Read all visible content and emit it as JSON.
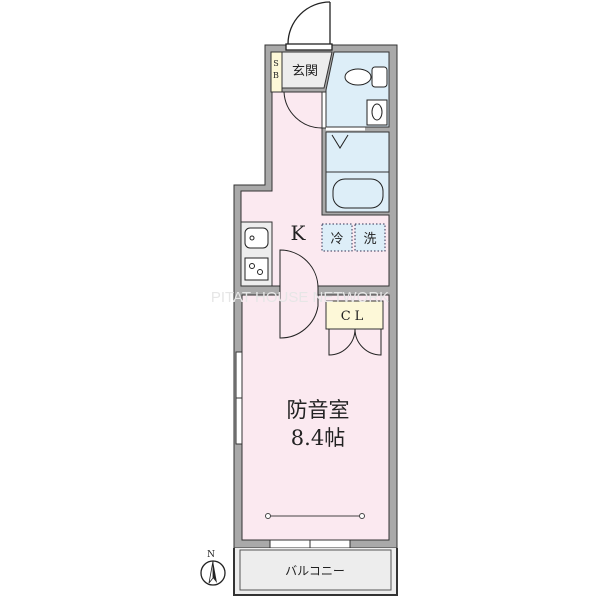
{
  "watermark": "PITAT HOUSE NETWORK",
  "rooms": {
    "entrance": "玄関",
    "shoe_box": "SB",
    "kitchen": "K",
    "fridge": "冷",
    "washer": "洗",
    "closet": "CL",
    "main_room_name": "防音室",
    "main_room_size": "8.4帖",
    "balcony": "バルコニー"
  },
  "compass": "N",
  "colors": {
    "wall": "#a9a9a9",
    "room_pink": "#fbe9f0",
    "wet_blue": "#ddeef8",
    "closet_yellow": "#fdf8d8",
    "entrance_gray": "#ededed"
  }
}
